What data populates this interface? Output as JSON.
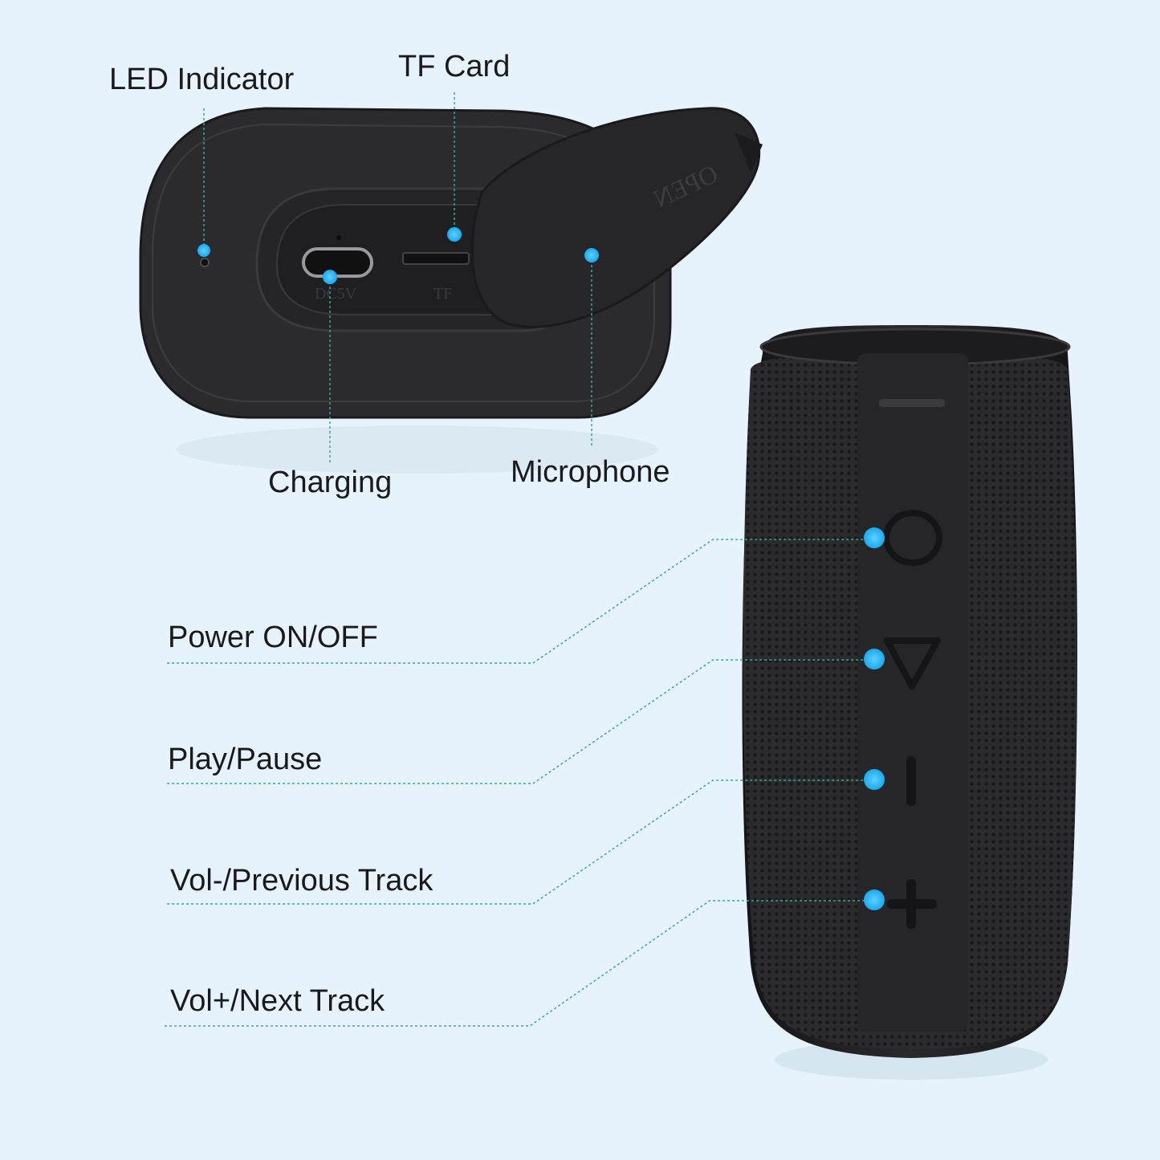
{
  "labels": {
    "led_indicator": "LED Indicator",
    "tf_card": "TF Card",
    "charging": "Charging",
    "microphone": "Microphone",
    "power": "Power ON/OFF",
    "play_pause": "Play/Pause",
    "vol_prev": "Vol-/Previous Track",
    "vol_next": "Vol+/Next Track"
  },
  "device_markings": {
    "port_label": "DC5V",
    "tf_slot_label": "TF",
    "flap_text": "OPEN"
  },
  "colors": {
    "background": "#e6f3fc",
    "dot": "#1aa9ef",
    "leader_line": "#3aa79a",
    "speaker_body": "#2a2a2c"
  }
}
